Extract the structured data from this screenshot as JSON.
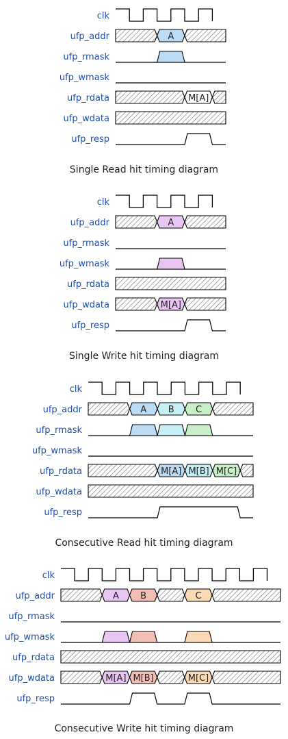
{
  "colors": {
    "label": "#1f4fa8",
    "line": "#000000",
    "hatch": "#7a7a7a",
    "blue": "#bcdcf6",
    "cyan": "#c6f0f6",
    "green": "#c9efc9",
    "purple": "#e8c5f3",
    "salmon": "#f3beb5",
    "orange": "#fad9b4"
  },
  "diagrams": [
    {
      "caption": "Single Read hit timing diagram",
      "signals": [
        {
          "label": "clk",
          "type": "clock"
        },
        {
          "label": "ufp_addr",
          "type": "bus",
          "cells": [
            {
              "from": 3,
              "to": 5,
              "text": "A",
              "color": "blue"
            }
          ]
        },
        {
          "label": "ufp_rmask",
          "type": "mask",
          "cells": [
            {
              "from": 3,
              "to": 5,
              "color": "blue"
            }
          ]
        },
        {
          "label": "ufp_wmask",
          "type": "low"
        },
        {
          "label": "ufp_rdata",
          "type": "bus",
          "cells": [
            {
              "from": 5,
              "to": 7,
              "text": "M[A]",
              "color": "none"
            }
          ]
        },
        {
          "label": "ufp_wdata",
          "type": "bus",
          "cells": []
        },
        {
          "label": "ufp_resp",
          "type": "pulse",
          "pulses": [
            [
              5,
              7
            ]
          ]
        }
      ]
    },
    {
      "caption": "Single Write hit timing diagram",
      "signals": [
        {
          "label": "clk",
          "type": "clock"
        },
        {
          "label": "ufp_addr",
          "type": "bus",
          "cells": [
            {
              "from": 3,
              "to": 5,
              "text": "A",
              "color": "purple"
            }
          ]
        },
        {
          "label": "ufp_rmask",
          "type": "low"
        },
        {
          "label": "ufp_wmask",
          "type": "mask",
          "cells": [
            {
              "from": 3,
              "to": 5,
              "color": "purple"
            }
          ]
        },
        {
          "label": "ufp_rdata",
          "type": "bus",
          "cells": []
        },
        {
          "label": "ufp_wdata",
          "type": "bus",
          "cells": [
            {
              "from": 3,
              "to": 5,
              "text": "M[A]",
              "color": "purple"
            }
          ]
        },
        {
          "label": "ufp_resp",
          "type": "pulse",
          "pulses": [
            [
              5,
              7
            ]
          ]
        }
      ]
    },
    {
      "caption": "Consecutive Read hit timing diagram",
      "signals": [
        {
          "label": "clk",
          "type": "clock"
        },
        {
          "label": "ufp_addr",
          "type": "bus",
          "cells": [
            {
              "from": 3,
              "to": 5,
              "text": "A",
              "color": "blue"
            },
            {
              "from": 5,
              "to": 7,
              "text": "B",
              "color": "cyan"
            },
            {
              "from": 7,
              "to": 9,
              "text": "C",
              "color": "green"
            }
          ]
        },
        {
          "label": "ufp_rmask",
          "type": "mask",
          "cells": [
            {
              "from": 3,
              "to": 5,
              "color": "blue"
            },
            {
              "from": 5,
              "to": 7,
              "color": "cyan"
            },
            {
              "from": 7,
              "to": 9,
              "color": "green"
            }
          ]
        },
        {
          "label": "ufp_wmask",
          "type": "low"
        },
        {
          "label": "ufp_rdata",
          "type": "bus",
          "cells": [
            {
              "from": 5,
              "to": 7,
              "text": "M[A]",
              "color": "blue"
            },
            {
              "from": 7,
              "to": 9,
              "text": "M[B]",
              "color": "cyan"
            },
            {
              "from": 9,
              "to": 11,
              "text": "M[C]",
              "color": "green"
            }
          ]
        },
        {
          "label": "ufp_wdata",
          "type": "bus",
          "cells": []
        },
        {
          "label": "ufp_resp",
          "type": "pulse",
          "pulses": [
            [
              5,
              11
            ]
          ]
        }
      ]
    },
    {
      "caption": "Consecutive Write hit timing diagram",
      "signals": [
        {
          "label": "clk",
          "type": "clock"
        },
        {
          "label": "ufp_addr",
          "type": "bus",
          "cells": [
            {
              "from": 3,
              "to": 5,
              "text": "A",
              "color": "purple"
            },
            {
              "from": 5,
              "to": 7,
              "text": "B",
              "color": "salmon"
            },
            {
              "from": 9,
              "to": 11,
              "text": "C",
              "color": "orange"
            }
          ]
        },
        {
          "label": "ufp_rmask",
          "type": "low"
        },
        {
          "label": "ufp_wmask",
          "type": "mask",
          "cells": [
            {
              "from": 3,
              "to": 5,
              "color": "purple"
            },
            {
              "from": 5,
              "to": 7,
              "color": "salmon"
            },
            {
              "from": 9,
              "to": 11,
              "color": "orange"
            }
          ]
        },
        {
          "label": "ufp_rdata",
          "type": "bus",
          "cells": []
        },
        {
          "label": "ufp_wdata",
          "type": "bus",
          "cells": [
            {
              "from": 3,
              "to": 5,
              "text": "M[A]",
              "color": "purple"
            },
            {
              "from": 5,
              "to": 7,
              "text": "M[B]",
              "color": "salmon"
            },
            {
              "from": 9,
              "to": 11,
              "text": "M[C]",
              "color": "orange"
            }
          ]
        },
        {
          "label": "ufp_resp",
          "type": "pulse",
          "pulses": [
            [
              5,
              7
            ],
            [
              9,
              11
            ]
          ]
        }
      ]
    }
  ]
}
